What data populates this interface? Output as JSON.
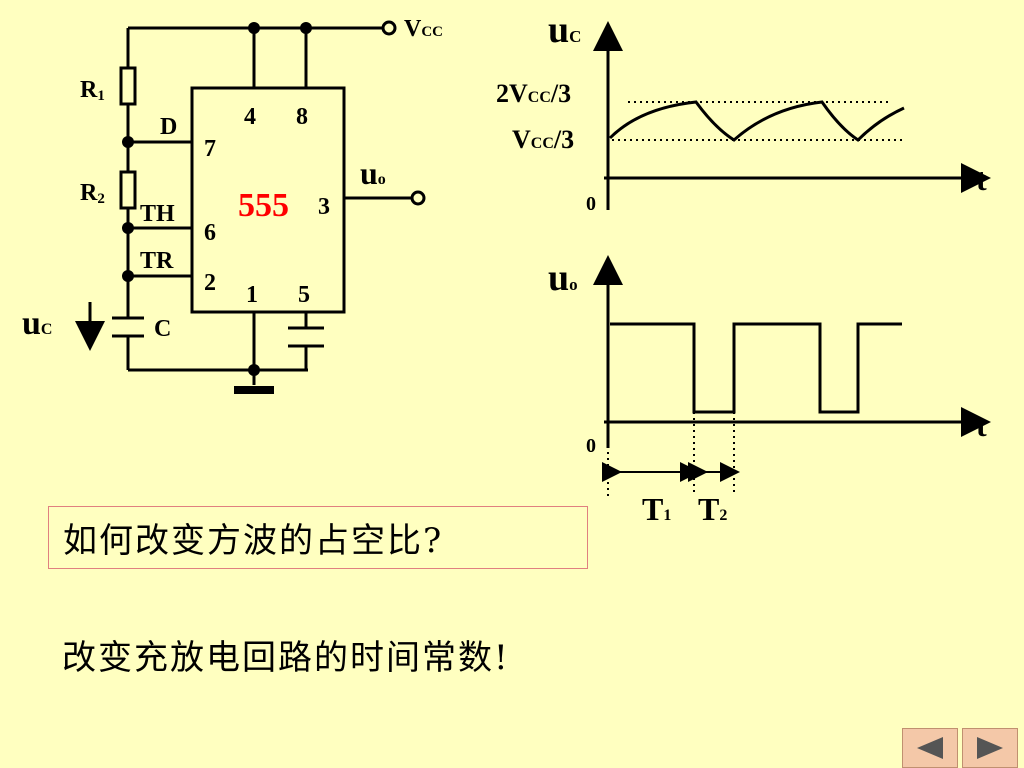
{
  "circuit": {
    "vcc": "V",
    "vcc_sub": "CC",
    "r1": "R",
    "r1_sub": "1",
    "r2": "R",
    "r2_sub": "2",
    "pin_d": "D",
    "pin_th": "TH",
    "pin_tr": "TR",
    "chip": "555",
    "pin4": "4",
    "pin8": "8",
    "pin7": "7",
    "pin6": "6",
    "pin2": "2",
    "pin1": "1",
    "pin5": "5",
    "pin3": "3",
    "uo": "u",
    "uo_sub": "o",
    "uc": "u",
    "uc_sub": "C",
    "cap": "C",
    "chip_color": "#FF0000"
  },
  "graph_uc": {
    "ylabel": "u",
    "ylabel_sub": "C",
    "level_high": "2V",
    "level_high_sub": "CC",
    "level_high_tail": "/3",
    "level_low": "V",
    "level_low_sub": "CC",
    "level_low_tail": "/3",
    "xlabel": "t",
    "origin": "0"
  },
  "graph_uo": {
    "ylabel": "u",
    "ylabel_sub": "o",
    "xlabel": "t",
    "origin": "0",
    "t1": "T",
    "t1_sub": "1",
    "t2": "T",
    "t2_sub": "2"
  },
  "question": "如何改变方波的占空比?",
  "answer": "改变充放电回路的时间常数!",
  "nav": {
    "prev_icon": "triangle-left-icon",
    "next_icon": "triangle-right-icon"
  },
  "colors": {
    "background": "#FFFFC0",
    "box_border": "#E08080",
    "nav_bg": "#F4C8A8"
  }
}
